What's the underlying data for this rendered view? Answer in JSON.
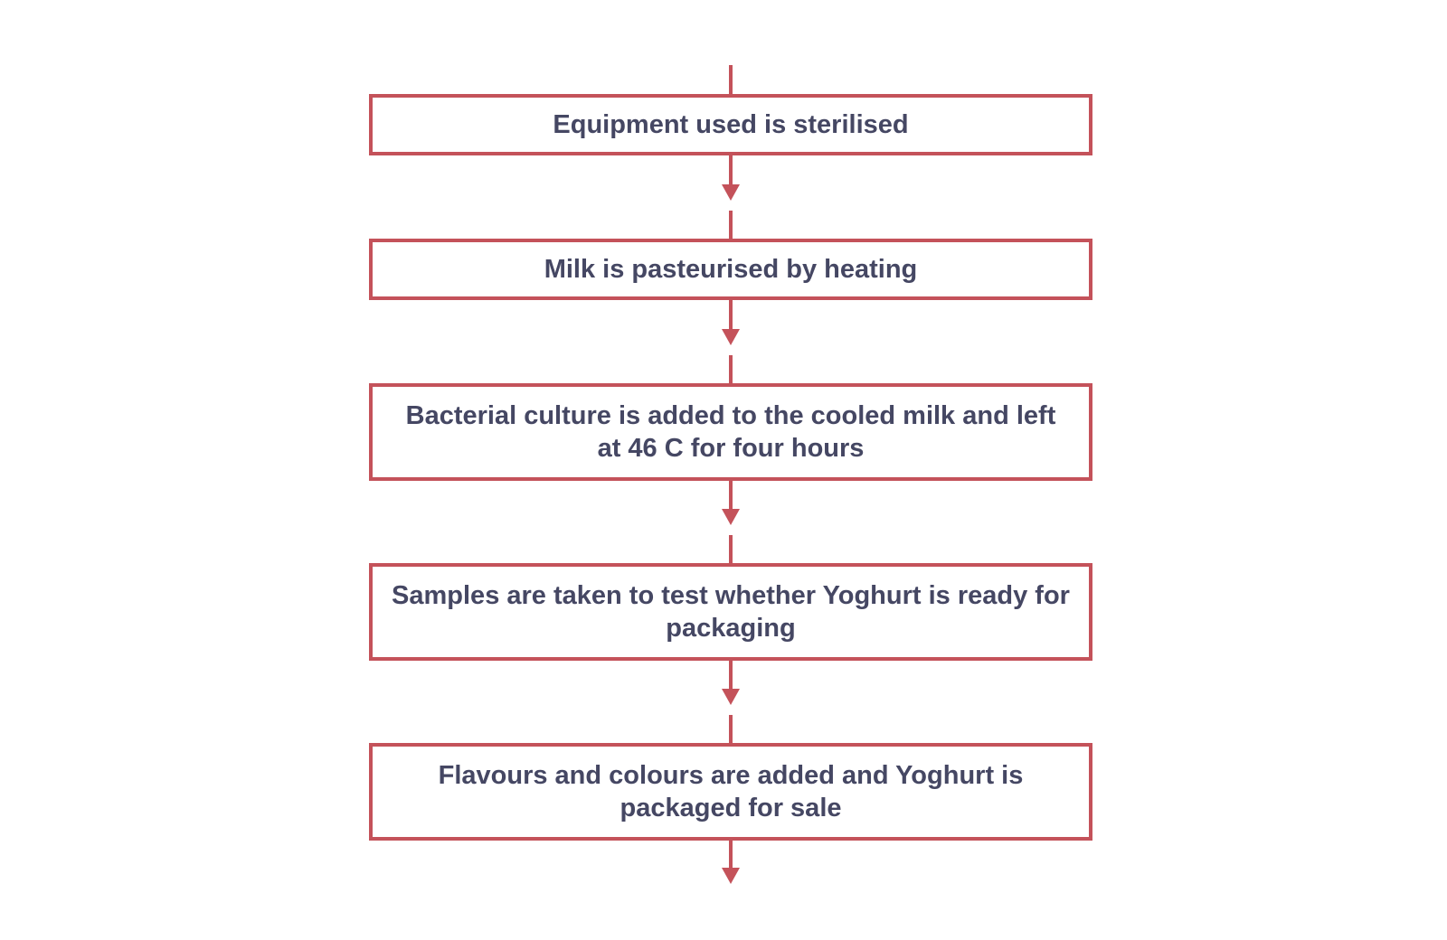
{
  "colors": {
    "border": "#c4525a",
    "arrow": "#c4525a",
    "text": "#454763",
    "background": "#ffffff"
  },
  "flowchart": {
    "steps": [
      {
        "label": "Equipment used is sterilised"
      },
      {
        "label": "Milk is pasteurised by heating"
      },
      {
        "label": "Bacterial culture is added to the cooled milk and left at 46  C for four hours"
      },
      {
        "label": "Samples are taken to test whether Yoghurt is ready for packaging"
      },
      {
        "label": "Flavours and colours are added and Yoghurt is packaged for sale"
      }
    ]
  }
}
